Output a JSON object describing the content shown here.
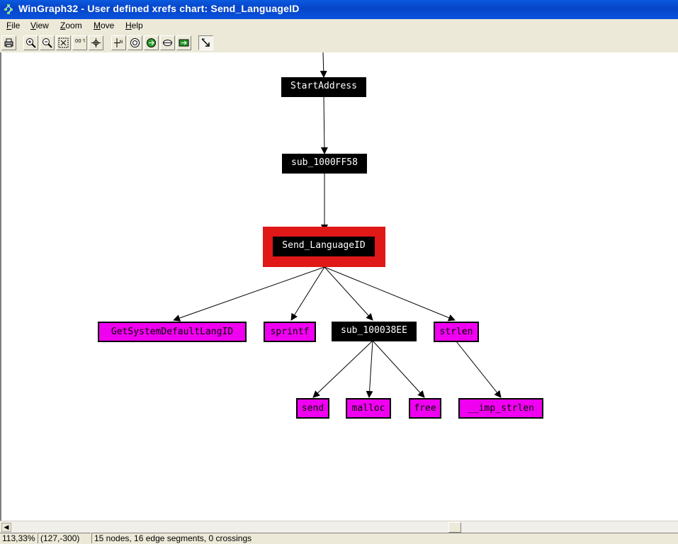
{
  "window": {
    "title": "WinGraph32 - User defined xrefs chart: Send_LanguageID",
    "app_icon": "tree-graph-icon"
  },
  "menu": [
    {
      "label": "File",
      "accel": "F",
      "rest": "ile"
    },
    {
      "label": "View",
      "accel": "V",
      "rest": "iew"
    },
    {
      "label": "Zoom",
      "accel": "Z",
      "rest": "oom"
    },
    {
      "label": "Move",
      "accel": "M",
      "rest": "ove"
    },
    {
      "label": "Help",
      "accel": "H",
      "rest": "elp"
    }
  ],
  "toolbar": {
    "buttons": [
      {
        "name": "print-icon"
      },
      {
        "name": "zoom-in-icon"
      },
      {
        "name": "zoom-out-icon"
      },
      {
        "name": "fit-window-icon"
      },
      {
        "name": "zoom-100-icon",
        "label": "100 %"
      },
      {
        "name": "center-icon"
      },
      {
        "name": "north-icon",
        "label": "N"
      },
      {
        "name": "birdseye-icon"
      },
      {
        "name": "layout-icon"
      },
      {
        "name": "edge-icon"
      },
      {
        "name": "tree-icon"
      },
      {
        "name": "select-cursor-icon"
      }
    ]
  },
  "graph": {
    "nodes": {
      "start_address": "StartAddress",
      "sub_1000ff58": "sub_1000FF58",
      "send_languageid": "Send_LanguageID",
      "getsystemdefaultlangid": "GetSystemDefaultLangID",
      "sprintf": "sprintf",
      "sub_100038ee": "sub_100038EE",
      "strlen": "strlen",
      "send": "send",
      "malloc": "malloc",
      "free": "free",
      "imp_strlen": "__imp_strlen"
    },
    "colors": {
      "function": "#000000",
      "import": "#f000f0",
      "selected_border": "#e01818",
      "selected_fill": "#0000e0"
    }
  },
  "status": {
    "zoom": "113,33%",
    "coords": "(127,-300)",
    "info": "15 nodes, 16 edge segments, 0 crossings"
  }
}
